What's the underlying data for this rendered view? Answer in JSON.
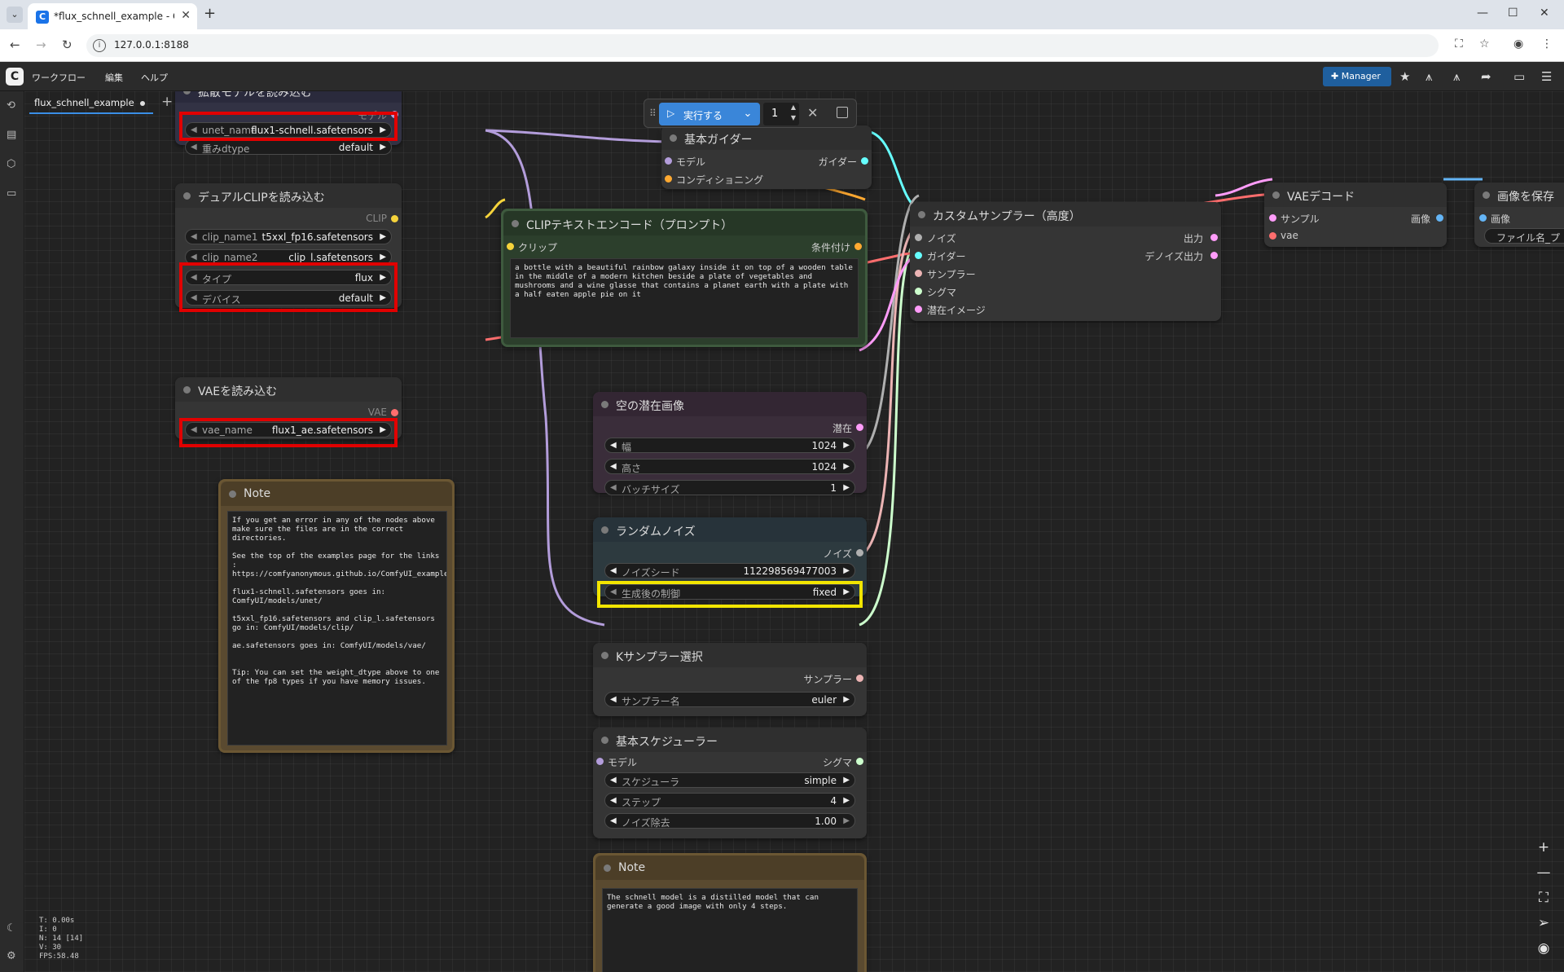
{
  "browser": {
    "tab_title": "*flux_schnell_example - ComfyUI",
    "url": "127.0.0.1:8188",
    "new_tab": "+",
    "minimize": "—",
    "maximize": "☐",
    "close": "✕"
  },
  "menu": {
    "logo": "C",
    "items": [
      "ワークフロー",
      "編集",
      "ヘルプ"
    ],
    "manager": "Manager"
  },
  "workflow_tab": {
    "name": "flux_schnell_example"
  },
  "runbar": {
    "run_label": "実行する",
    "count": "1"
  },
  "nodes": {
    "unet": {
      "title": "拡散モデルを読み込む",
      "output": "モデル",
      "w1": {
        "label": "unet_name",
        "value": "flux1-schnell.safetensors"
      },
      "w2": {
        "label": "重みdtype",
        "value": "default"
      }
    },
    "dualclip": {
      "title": "デュアルCLIPを読み込む",
      "output": "CLIP",
      "w1": {
        "label": "clip_name1",
        "value": "t5xxl_fp16.safetensors"
      },
      "w2": {
        "label": "clip_name2",
        "value": "clip_l.safetensors"
      },
      "w3": {
        "label": "タイプ",
        "value": "flux"
      },
      "w4": {
        "label": "デバイス",
        "value": "default"
      }
    },
    "vaeload": {
      "title": "VAEを読み込む",
      "output": "VAE",
      "w1": {
        "label": "vae_name",
        "value": "flux1_ae.safetensors"
      }
    },
    "note1": {
      "title": "Note",
      "text": "If you get an error in any of the nodes above make sure the files are in the correct directories.\n\nSee the top of the examples page for the links : https://comfyanonymous.github.io/ComfyUI_examples/flux/\n\nflux1-schnell.safetensors goes in: ComfyUI/models/unet/\n\nt5xxl_fp16.safetensors and clip_l.safetensors go in: ComfyUI/models/clip/\n\nae.safetensors goes in: ComfyUI/models/vae/\n\n\nTip: You can set the weight_dtype above to one of the fp8 types if you have memory issues."
    },
    "guider": {
      "title": "基本ガイダー",
      "in1": "モデル",
      "in2": "コンディショニング",
      "out1": "ガイダー"
    },
    "clipenc": {
      "title": "CLIPテキストエンコード（プロンプト）",
      "in1": "クリップ",
      "out1": "条件付け",
      "text": "a bottle with a beautiful rainbow galaxy inside it on top of a wooden table in the middle of a modern kitchen beside a plate of vegetables and mushrooms and a wine glasse that contains a planet earth with a plate with a half eaten apple pie on it"
    },
    "latent": {
      "title": "空の潜在画像",
      "out1": "潜在",
      "w1": {
        "label": "幅",
        "value": "1024"
      },
      "w2": {
        "label": "高さ",
        "value": "1024"
      },
      "w3": {
        "label": "バッチサイズ",
        "value": "1"
      }
    },
    "noise": {
      "title": "ランダムノイズ",
      "out1": "ノイズ",
      "w1": {
        "label": "ノイズシード",
        "value": "112298569477003"
      },
      "w2": {
        "label": "生成後の制御",
        "value": "fixed"
      }
    },
    "ksel": {
      "title": "Kサンプラー選択",
      "out1": "サンプラー",
      "w1": {
        "label": "サンプラー名",
        "value": "euler"
      }
    },
    "sched": {
      "title": "基本スケジューラー",
      "in1": "モデル",
      "out1": "シグマ",
      "w1": {
        "label": "スケジューラ",
        "value": "simple"
      },
      "w2": {
        "label": "ステップ",
        "value": "4"
      },
      "w3": {
        "label": "ノイズ除去",
        "value": "1.00"
      }
    },
    "note2": {
      "title": "Note",
      "text": "The schnell model is a distilled model that can generate a good image with only 4 steps."
    },
    "sampler": {
      "title": "カスタムサンプラー（高度）",
      "in1": "ノイズ",
      "in2": "ガイダー",
      "in3": "サンプラー",
      "in4": "シグマ",
      "in5": "潜在イメージ",
      "out1": "出力",
      "out2": "デノイズ出力"
    },
    "vaedec": {
      "title": "VAEデコード",
      "in1": "サンプル",
      "in2": "vae",
      "out1": "画像"
    },
    "save": {
      "title": "画像を保存",
      "in1": "画像",
      "w1": "ファイル名_プ"
    }
  },
  "stats": {
    "t": "T: 0.00s",
    "i": "I: 0",
    "n": "N: 14 [14]",
    "v": "V: 30",
    "fps": "FPS:58.48"
  },
  "colors": {
    "model": "#b39ddb",
    "clip": "#f5d33b",
    "vae": "#ff6e6e",
    "conditioning": "#ffa931",
    "latent": "#ff9cf9",
    "guider": "#66ffff",
    "sampler": "#ecb4b4",
    "sigmas": "#cdffcd",
    "noise": "#b0b0b0",
    "image": "#64b5f6"
  }
}
